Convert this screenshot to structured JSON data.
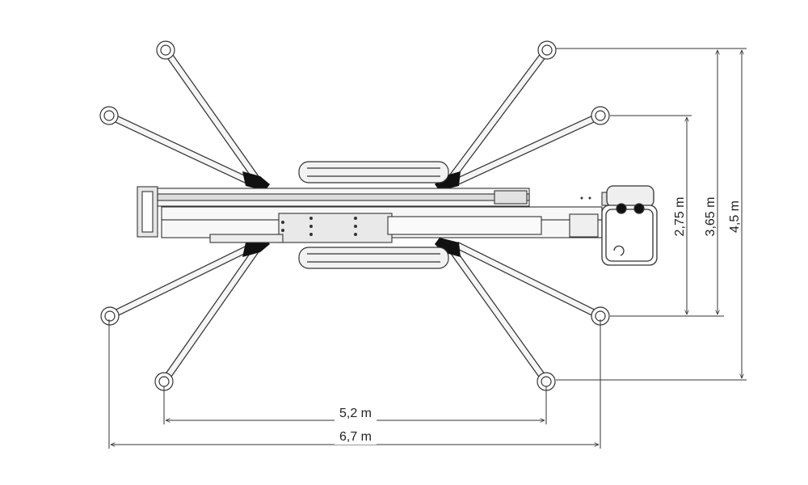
{
  "diagram": {
    "dimensions": {
      "outer_width": "6,7 m",
      "inner_width": "5,2 m",
      "height_small": "2,75 m",
      "height_mid": "3,65 m",
      "height_large": "4,5 m"
    },
    "colors": {
      "line": "#333333",
      "fill_light": "#f2f2f2",
      "fill_mid": "#d9d9d9",
      "fill_dark": "#111111"
    }
  }
}
